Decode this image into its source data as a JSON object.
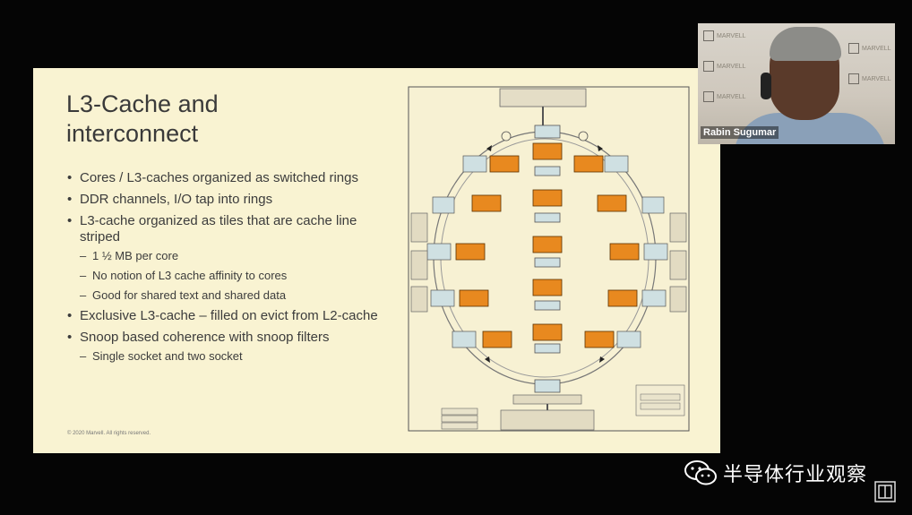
{
  "slide": {
    "title_line1": "L3-Cache and",
    "title_line2": "interconnect",
    "bullets": [
      {
        "text": "Cores / L3-caches organized as switched rings",
        "sub": []
      },
      {
        "text": "DDR channels, I/O tap into rings",
        "sub": []
      },
      {
        "text": "L3-cache organized as tiles that are cache line striped",
        "sub": [
          "1 ½ MB per core",
          "No notion of L3 cache affinity to cores",
          "Good for shared text and shared data"
        ]
      },
      {
        "text": "Exclusive L3-cache – filled on evict from L2-cache",
        "sub": []
      },
      {
        "text": "Snoop based coherence with snoop filters",
        "sub": [
          "Single socket and two socket"
        ]
      }
    ],
    "copyright": "© 2020 Marvell. All rights reserved."
  },
  "webcam": {
    "name": "Rabin Sugumar",
    "wall_brand": "MARVELL"
  },
  "watermark": {
    "text": "半导体行业观察"
  },
  "colors": {
    "slide_bg": "#f9f3d2",
    "core_orange": "#e8891f",
    "tile_blue": "#c9dde0",
    "background": "#050505"
  }
}
